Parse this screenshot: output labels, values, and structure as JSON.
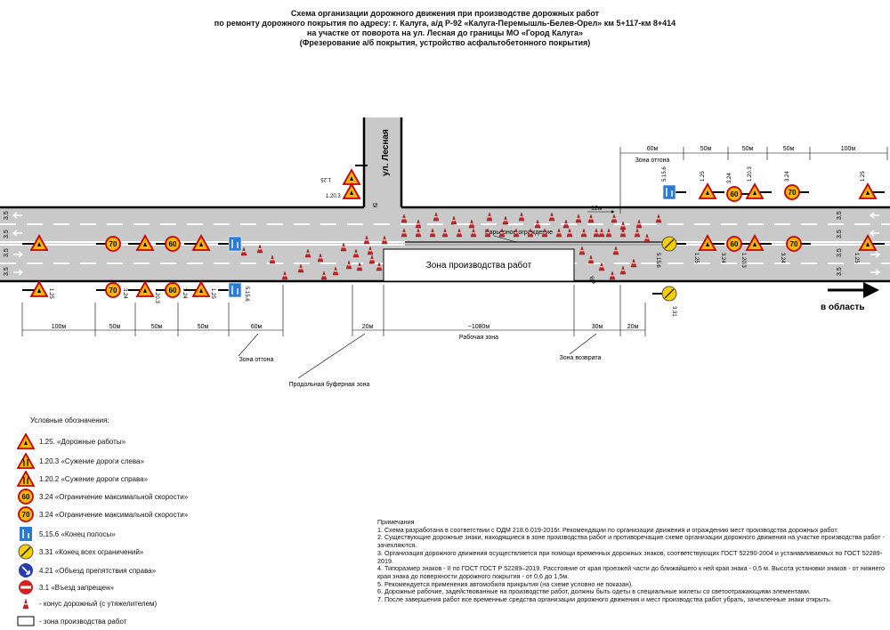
{
  "header": {
    "line1": "Схема организации дорожного движения при производстве дорожных работ",
    "line2": "по ремонту дорожного покрытия по адресу: г. Калуга, а/д Р-92 «Калуга-Перемышль-Белев-Орел» км 5+117-км 8+414",
    "line3": "на участке от поворота на ул. Лесная до границы МО «Город Калуга»",
    "line4": "(Фрезерование а/б покрытия, устройство асфальтобетонного покрытия)"
  },
  "diagram": {
    "street_name": "ул. Лесная",
    "work_zone_label": "Зона производства работ",
    "barrier_label": "Барьерное ограждение",
    "direction_label": "в область",
    "lane_width": "3.5",
    "dim_50m_side": "50м",
    "dim_12m": "12м",
    "dim_6m": "6м",
    "top_dims": [
      "60м",
      "50м",
      "50м",
      "50м",
      "100м"
    ],
    "top_zone_label": "Зона отгона",
    "bottom_dims": [
      "100м",
      "50м",
      "50м",
      "50м",
      "60м"
    ],
    "mid_dims": [
      "20м",
      "~1080м",
      "30м",
      "20м"
    ],
    "work_area_label": "Рабочая зона",
    "bottom_zone_otgona": "Зона отгона",
    "bottom_zone_vozvrata": "Зона возврата",
    "buffer_zone_label": "Продольная буферная зона",
    "sign_labels": {
      "s125": "1.25",
      "s1203": "1.20.3",
      "s1202": "1.20.2",
      "s324": "3.24",
      "s5156": "5.15.6",
      "s331": "3.31"
    },
    "speed_60": "60",
    "speed_70": "70"
  },
  "legend": {
    "title": "Условные обозначения:",
    "items": [
      {
        "label": "1.25. «Дорожные работы»",
        "icon": "road-works-icon"
      },
      {
        "label": "1.20.3 «Сужение дороги слева»",
        "icon": "narrowing-left-icon"
      },
      {
        "label": "1.20.2 «Сужение дороги справа»",
        "icon": "narrowing-right-icon"
      },
      {
        "label": "3.24 «Ограничение максимальной скорости»",
        "icon": "speed-limit-60-icon"
      },
      {
        "label": "3.24 «Ограничение максимальной скорости»",
        "icon": "speed-limit-70-icon"
      },
      {
        "label": "5.15.6 «Конец полосы»",
        "icon": "lane-end-icon"
      },
      {
        "label": "3.31 «Конец всех ограничений»",
        "icon": "end-restrictions-icon"
      },
      {
        "label": "4.21 «Объезд препятствия справа»",
        "icon": "detour-right-icon"
      },
      {
        "label": "3.1 «Въезд запрещен»",
        "icon": "no-entry-icon"
      },
      {
        "label": "- конус дорожный (с утяжелителем)",
        "icon": "traffic-cone-icon"
      },
      {
        "label": "- зона производства работ",
        "icon": "work-zone-icon"
      }
    ]
  },
  "notes": {
    "title": "Примечания",
    "items": [
      "1. Схема разработана в соответствии с ОДМ 218.6.019-2016г. Рекомендации по организации движения и ограждению мест производства дорожных работ.",
      "2. Существующие дорожные знаки, находящиеся в зоне производства работ и противоречащие схеме организации дорожного движения на участке производства работ - зачехляются.",
      "3. Организация дорожного движения осуществляется при помощи временных дорожных знаков, соответствующих ГОСТ 52290-2004 и устанавливаемых по ГОСТ 52289-2019.",
      "4. Типоразмер знаков - II по ГОСТ ГОСТ Р 52289–2019. Расстояние от края проезжей части до ближайшего к ней края знака - 0,5 м. Высота установки знаков - от нижнего края знака до поверхности дорожного покрытия - от 0,6 до 1,5м.",
      "5. Рекомендуется применения автомобиля прикрытия (на схеме условно не показан).",
      "6. Дорожные рабочие, задействованные на производстве работ, должны быть одеты в специальные жилеты со светоотражающими элементами.",
      "7. После завершения работ все временные средства организации дорожного движения и мест производства работ убрать, зачехленные знаки открыть."
    ]
  }
}
